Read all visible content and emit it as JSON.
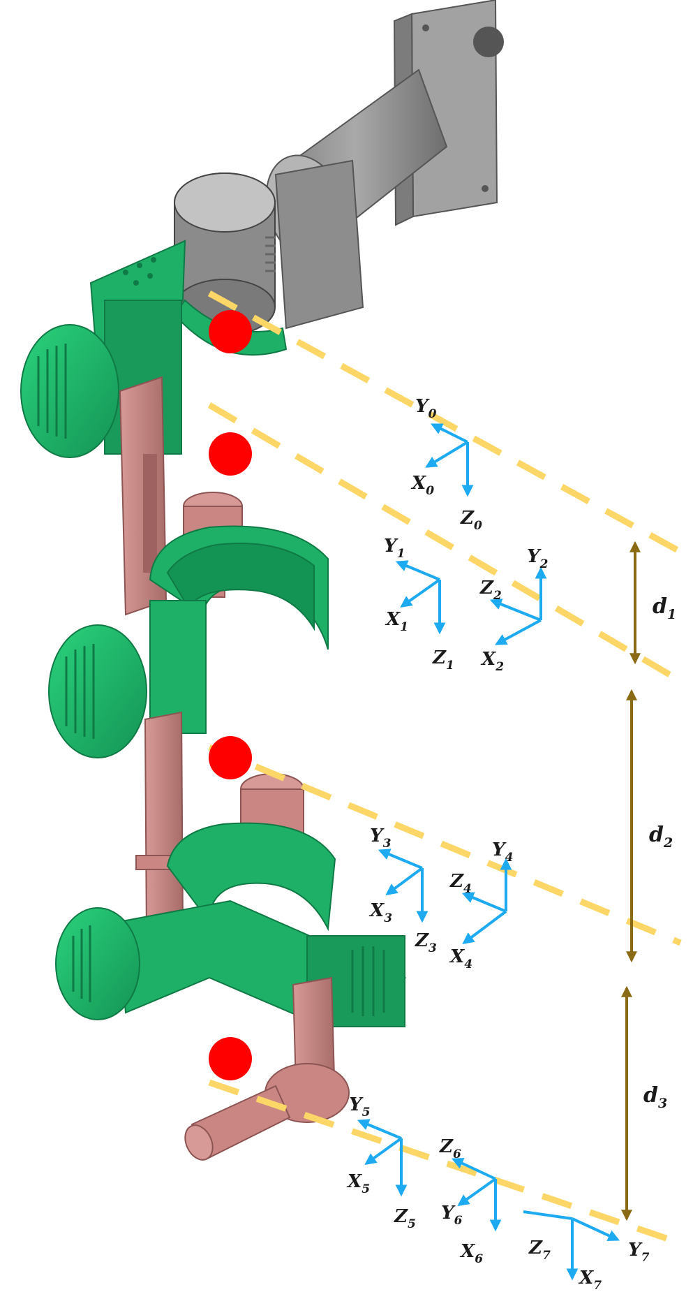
{
  "colors": {
    "axis": "#1eaaf1",
    "dash": "#fcd667",
    "dimension": "#8a6a14",
    "joint": "#ff0000",
    "link_green": "#1fb067",
    "link_green_dark": "#0f7a45",
    "link_pink": "#c98683",
    "link_pink_dark": "#8c5452",
    "gray_light": "#a8a8a8",
    "gray_dark": "#6c6c6c"
  },
  "icons": [
    "red-joint-marker-icon",
    "coordinate-frame-icon",
    "dimension-arrow-icon"
  ],
  "frames": [
    {
      "id": "0",
      "x_label": "X",
      "y_label": "Y",
      "z_label": "Z",
      "sub": "0"
    },
    {
      "id": "1",
      "x_label": "X",
      "y_label": "Y",
      "z_label": "Z",
      "sub": "1"
    },
    {
      "id": "2",
      "x_label": "X",
      "y_label": "Y",
      "z_label": "Z",
      "sub": "2"
    },
    {
      "id": "3",
      "x_label": "X",
      "y_label": "Y",
      "z_label": "Z",
      "sub": "3"
    },
    {
      "id": "4",
      "x_label": "X",
      "y_label": "Y",
      "z_label": "Z",
      "sub": "4"
    },
    {
      "id": "5",
      "x_label": "X",
      "y_label": "Y",
      "z_label": "Z",
      "sub": "5"
    },
    {
      "id": "6",
      "x_label": "X",
      "y_label": "Y",
      "z_label": "Z",
      "sub": "6"
    },
    {
      "id": "7",
      "x_label": "X",
      "y_label": "Y",
      "z_label": "Z",
      "sub": "7"
    }
  ],
  "dimensions": [
    {
      "label": "d",
      "sub": "1"
    },
    {
      "label": "d",
      "sub": "2"
    },
    {
      "label": "d",
      "sub": "3"
    }
  ]
}
